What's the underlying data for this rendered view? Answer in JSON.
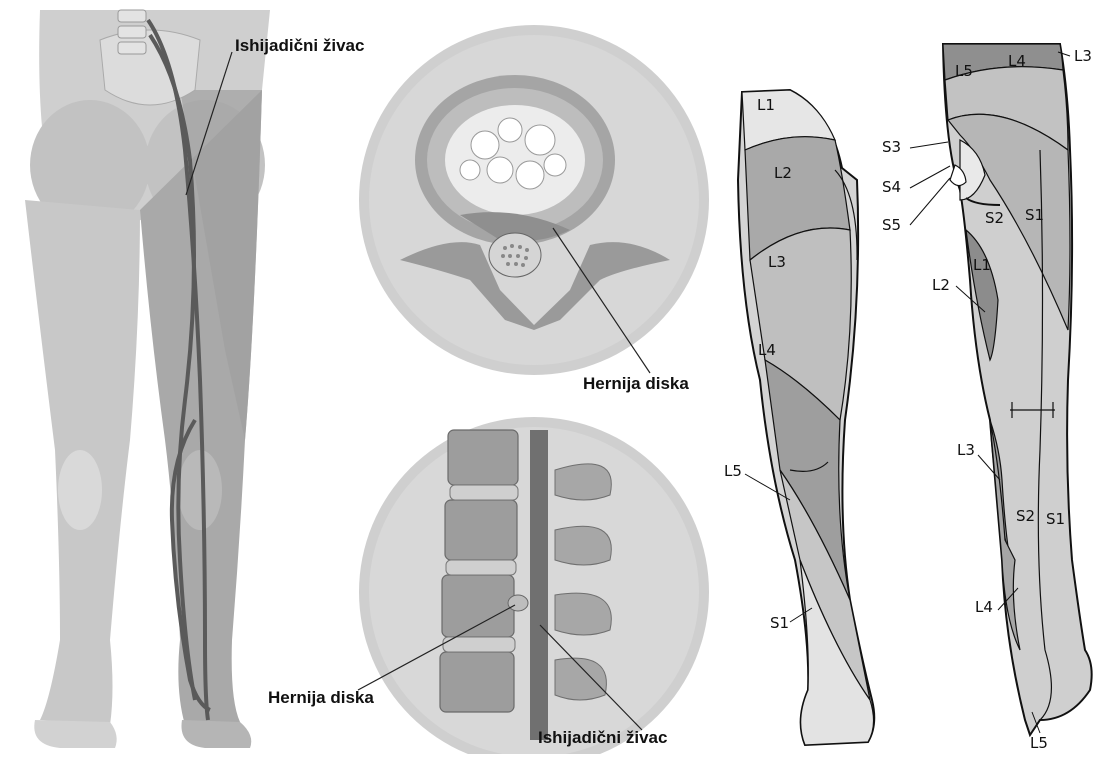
{
  "labels": {
    "sciatic_top": "Ishijadični živac",
    "hernia_top": "Hernija diska",
    "hernia_bottom": "Hernija diska",
    "sciatic_bottom": "Ishijadični živac"
  },
  "dermatomes": {
    "front_leg": [
      "L1",
      "L2",
      "L3",
      "L4",
      "L5",
      "S1"
    ],
    "back_leg_top": [
      "L3",
      "L4",
      "L5"
    ],
    "back_leg": [
      "S3",
      "S4",
      "S5",
      "S2",
      "S1",
      "L1",
      "L2",
      "L3",
      "S2",
      "S1",
      "L4",
      "L5"
    ]
  }
}
